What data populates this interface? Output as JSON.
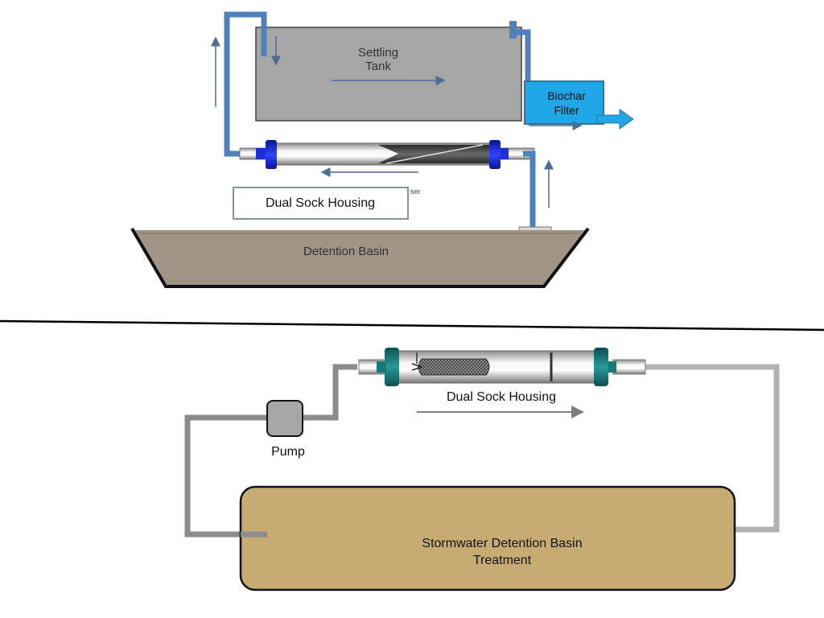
{
  "top_diagram": {
    "settling_tank": {
      "line1": "Settling",
      "line2": "Tank"
    },
    "biochar_filter": {
      "line1": "Biochar",
      "line2": "Filter"
    },
    "dual_sock_housing_label": "Dual Sock Housing",
    "partial_label": "ser",
    "detention_basin": "Detention Basin"
  },
  "bottom_diagram": {
    "dual_sock_housing_label": "Dual Sock Housing",
    "pump_label": "Pump",
    "basin": {
      "line1": "Stormwater Detention Basin",
      "line2": "Treatment"
    }
  },
  "colors": {
    "pipe_blue": "#4f81bd",
    "biochar_blue": "#1ea6e6",
    "tank_gray": "#a6a6a6",
    "basin_brown": "#a09486",
    "basin_tan": "#c7ab73",
    "pipe_gray": "#999999",
    "housing_teal": "#157a7a",
    "cap_blue": "#1f2fd6"
  }
}
